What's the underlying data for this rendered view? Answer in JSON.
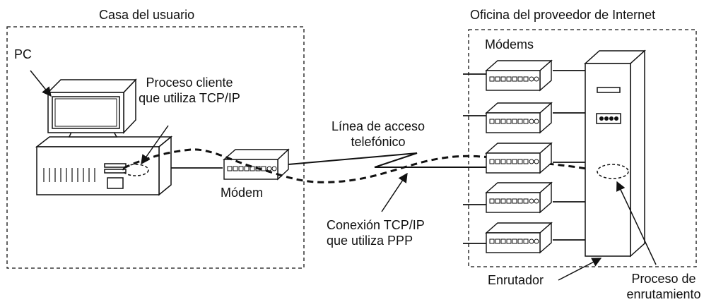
{
  "labels": {
    "home_title": "Casa del usuario",
    "isp_title": "Oficina del proveedor de Internet",
    "pc": "PC",
    "client_line1": "Proceso cliente",
    "client_line2": "que utiliza TCP/IP",
    "modem": "Módem",
    "modems": "Módems",
    "phone_line1": "Línea de acceso",
    "phone_line2": "telefónico",
    "conn_line1": "Conexión TCP/IP",
    "conn_line2": "que utiliza PPP",
    "router": "Enrutador",
    "routing_line1": "Proceso de",
    "routing_line2": "enrutamiento"
  },
  "colors": {
    "stroke": "#111111",
    "background": "#ffffff"
  }
}
